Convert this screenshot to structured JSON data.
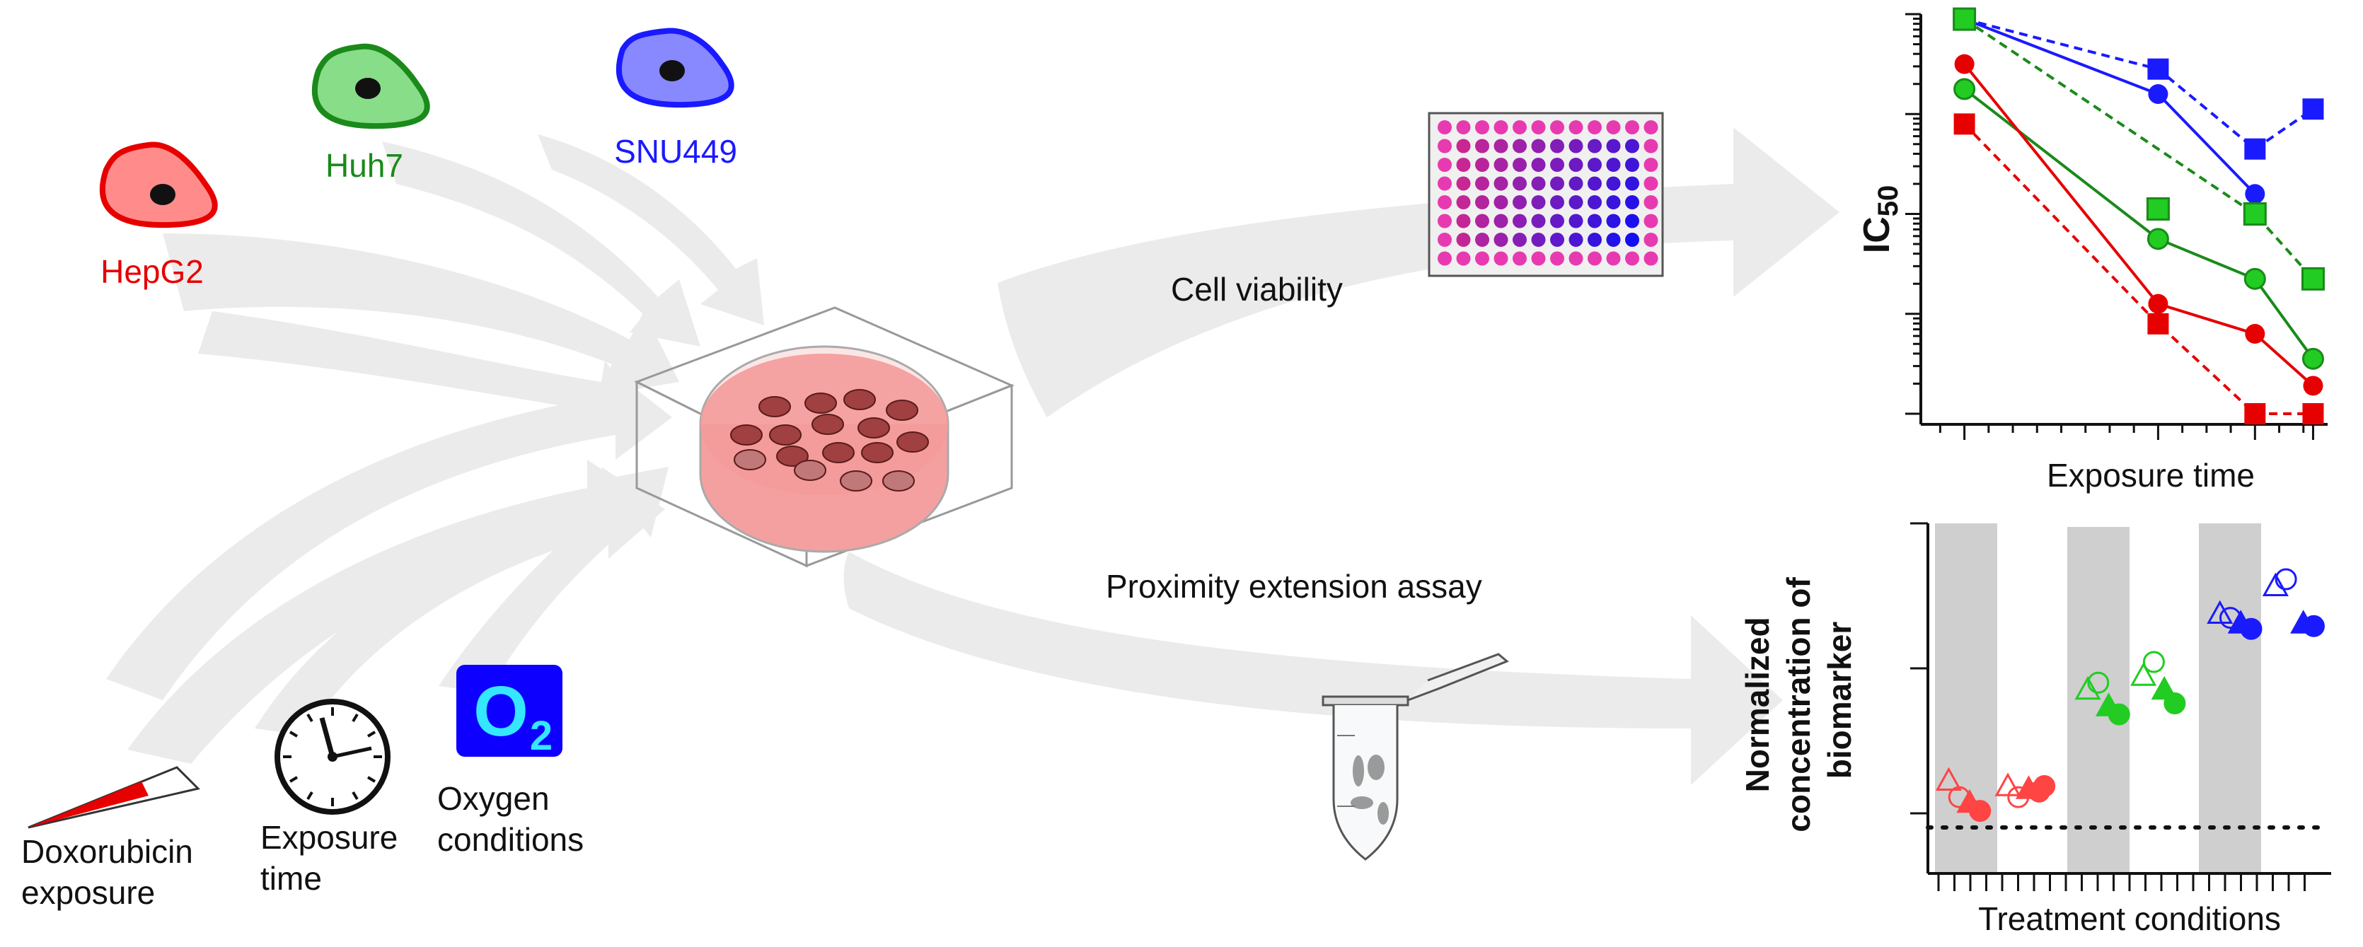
{
  "cell_lines": [
    {
      "label": "HepG2",
      "color": "#e60000"
    },
    {
      "label": "Huh7",
      "color": "#1a8a1a"
    },
    {
      "label": "SNU449",
      "color": "#1a1aff"
    }
  ],
  "factors": {
    "doxorubicin": "Doxorubicin exposure",
    "exposure_line1": "Exposure",
    "exposure_line2": "time",
    "oxygen_line1": "Oxygen",
    "oxygen_line2": "conditions",
    "o2_symbol": "O",
    "o2_subscript": "2"
  },
  "assays": {
    "viability": "Cell viability",
    "pea": "Proximity extension assay"
  },
  "chart_data": [
    {
      "type": "line",
      "ylabel_main": "IC",
      "ylabel_sub": "50",
      "xlabel": "Exposure time",
      "yscale": "log",
      "x": [
        1,
        3,
        4,
        4.6
      ],
      "ylim": [
        0,
        4
      ],
      "series": [
        {
          "color": "#1a1aff",
          "marker": "square",
          "dashed": true,
          "values": [
            3.95,
            3.45,
            2.65,
            3.05
          ]
        },
        {
          "color": "#1a1aff",
          "marker": "circle",
          "dashed": false,
          "values": [
            3.95,
            3.2,
            2.2,
            null
          ]
        },
        {
          "color": "#1a8a1a",
          "marker": "square",
          "dashed": true,
          "values": [
            3.95,
            null,
            2.0,
            1.35
          ]
        },
        {
          "color": "#1a8a1a",
          "marker": "circle",
          "dashed": false,
          "values": [
            3.25,
            1.75,
            1.35,
            0.55
          ]
        },
        {
          "color": "#e60000",
          "marker": "circle",
          "dashed": false,
          "values": [
            3.5,
            1.1,
            0.8,
            0.28
          ]
        },
        {
          "color": "#e60000",
          "marker": "square",
          "dashed": true,
          "values": [
            2.9,
            0.9,
            0.0,
            0.0
          ]
        },
        {
          "color": "#1a8a1a",
          "marker": "square",
          "dashed": true,
          "values": [
            null,
            2.05,
            null,
            null
          ]
        }
      ]
    },
    {
      "type": "scatter",
      "ylabel_lines": [
        "Normalized",
        "concentration of",
        "biomarker"
      ],
      "xlabel": "Treatment conditions",
      "groups": [
        {
          "color": "#e60000",
          "points": [
            {
              "x": 0.6,
              "y": 0.34,
              "shape": "triangle",
              "filled": false
            },
            {
              "x": 0.9,
              "y": 0.22,
              "shape": "circle",
              "filled": false
            },
            {
              "x": 1.2,
              "y": 0.18,
              "shape": "triangle",
              "filled": true
            },
            {
              "x": 1.5,
              "y": 0.12,
              "shape": "circle",
              "filled": true
            },
            {
              "x": 2.3,
              "y": 0.3,
              "shape": "triangle",
              "filled": false
            },
            {
              "x": 2.6,
              "y": 0.22,
              "shape": "circle",
              "filled": false
            },
            {
              "x": 2.9,
              "y": 0.28,
              "shape": "triangle",
              "filled": true
            },
            {
              "x": 3.2,
              "y": 0.26,
              "shape": "circle",
              "filled": true
            },
            {
              "x": 3.35,
              "y": 0.3,
              "shape": "circle",
              "filled": true
            }
          ]
        },
        {
          "color": "#1a8a1a",
          "points": [
            {
              "x": 4.6,
              "y": 1.0,
              "shape": "triangle",
              "filled": false
            },
            {
              "x": 4.9,
              "y": 1.05,
              "shape": "circle",
              "filled": false
            },
            {
              "x": 5.2,
              "y": 0.88,
              "shape": "triangle",
              "filled": true
            },
            {
              "x": 5.5,
              "y": 0.82,
              "shape": "circle",
              "filled": true
            },
            {
              "x": 6.2,
              "y": 1.1,
              "shape": "triangle",
              "filled": false
            },
            {
              "x": 6.5,
              "y": 1.2,
              "shape": "circle",
              "filled": false
            },
            {
              "x": 6.8,
              "y": 1.0,
              "shape": "triangle",
              "filled": true
            },
            {
              "x": 7.1,
              "y": 0.9,
              "shape": "circle",
              "filled": true
            }
          ]
        },
        {
          "color": "#1a1aff",
          "points": [
            {
              "x": 8.4,
              "y": 1.55,
              "shape": "triangle",
              "filled": false
            },
            {
              "x": 8.7,
              "y": 1.52,
              "shape": "circle",
              "filled": false
            },
            {
              "x": 9.0,
              "y": 1.48,
              "shape": "triangle",
              "filled": true
            },
            {
              "x": 9.3,
              "y": 1.44,
              "shape": "circle",
              "filled": true
            },
            {
              "x": 10.0,
              "y": 1.75,
              "shape": "triangle",
              "filled": false
            },
            {
              "x": 10.3,
              "y": 1.8,
              "shape": "circle",
              "filled": false
            },
            {
              "x": 10.8,
              "y": 1.48,
              "shape": "triangle",
              "filled": true
            },
            {
              "x": 11.1,
              "y": 1.46,
              "shape": "circle",
              "filled": true
            }
          ]
        }
      ],
      "ylim": [
        0,
        2.0
      ],
      "baseline": 0.0
    }
  ]
}
